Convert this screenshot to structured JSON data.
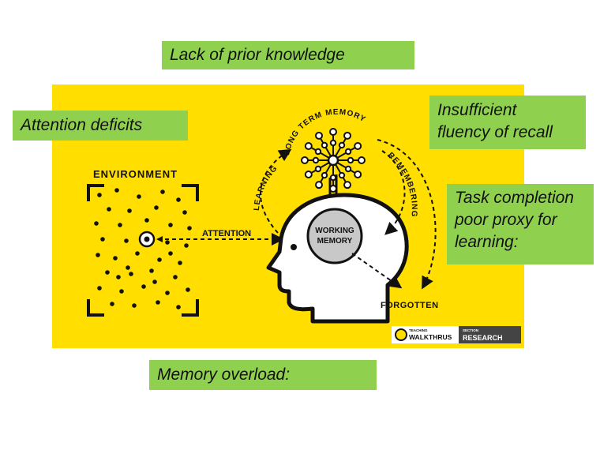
{
  "notes": {
    "prior_knowledge": "Lack of prior knowledge",
    "attention_deficits": "Attention deficits",
    "fluency_recall": "Insufficient\nfluency of recall",
    "task_completion": "Task completion\npoor proxy for\nlearning:",
    "memory_overload": "Memory overload:"
  },
  "diagram": {
    "environment": "ENVIRONMENT",
    "attention": "ATTENTION",
    "long_term_memory": "LONG TERM MEMORY",
    "learning": "LEARNING",
    "remembering": "REMEMBERING",
    "working_memory_line1": "WORKING",
    "working_memory_line2": "MEMORY",
    "forgotten": "FORGOTTEN"
  },
  "brand": {
    "teaching": "TEACHING",
    "walkthrus": "WALKTHRUS",
    "section": "SECTION",
    "research": "RESEARCH"
  },
  "colors": {
    "panel": "#ffde00",
    "notes": "#8fd14f",
    "ink": "#111111"
  }
}
